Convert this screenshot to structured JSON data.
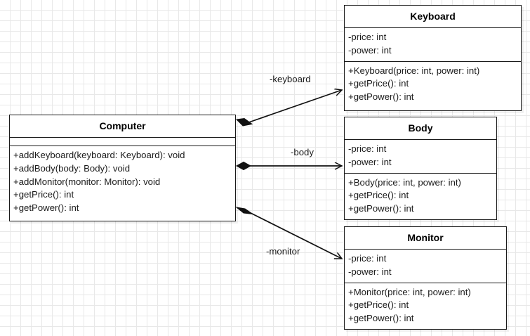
{
  "diagram": {
    "type": "uml-class-diagram",
    "background": "#ffffff",
    "grid_color": "#e8e8e8",
    "line_color": "#1a1a1a",
    "classes": [
      {
        "id": "computer",
        "name": "Computer",
        "attributes": [],
        "operations": [
          "+addKeyboard(keyboard: Keyboard): void",
          "+addBody(body: Body): void",
          "+addMonitor(monitor: Monitor): void",
          "+getPrice(): int",
          "+getPower(): int"
        ]
      },
      {
        "id": "keyboard",
        "name": "Keyboard",
        "attributes": [
          "-price: int",
          "-power: int"
        ],
        "operations": [
          "+Keyboard(price: int, power: int)",
          "+getPrice(): int",
          "+getPower(): int"
        ]
      },
      {
        "id": "body",
        "name": "Body",
        "attributes": [
          "-price: int",
          "-power: int"
        ],
        "operations": [
          "+Body(price: int, power: int)",
          "+getPrice(): int",
          "+getPower(): int"
        ]
      },
      {
        "id": "monitor",
        "name": "Monitor",
        "attributes": [
          "-price: int",
          "-power: int"
        ],
        "operations": [
          "+Monitor(price: int, power: int)",
          "+getPrice(): int",
          "+getPower(): int"
        ]
      }
    ],
    "relationships": [
      {
        "id": "rel-keyboard",
        "kind": "composition",
        "source": "Computer",
        "target": "Keyboard",
        "label": "-keyboard"
      },
      {
        "id": "rel-body",
        "kind": "composition",
        "source": "Computer",
        "target": "Body",
        "label": "-body"
      },
      {
        "id": "rel-monitor",
        "kind": "composition",
        "source": "Computer",
        "target": "Monitor",
        "label": "-monitor"
      }
    ]
  }
}
